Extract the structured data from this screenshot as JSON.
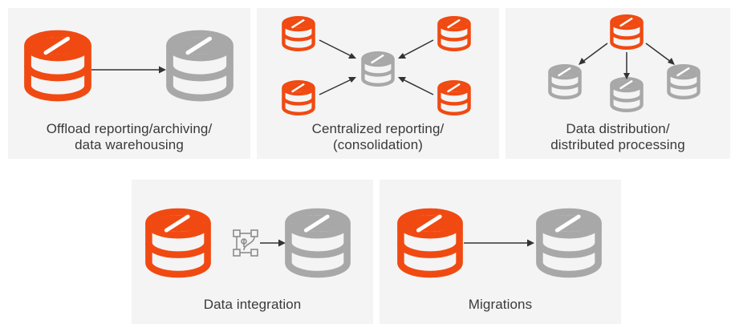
{
  "colors": {
    "source_db": "#f04a12",
    "target_db": "#a8a8a8",
    "arrow": "#333333",
    "integration_icon": "#8c8c8c",
    "panel_bg": "#f4f4f4",
    "caption_text": "#3a3a3a"
  },
  "panels": [
    {
      "caption_lines": [
        "Offload reporting/archiving/",
        "data warehousing"
      ]
    },
    {
      "caption_lines": [
        "Centralized reporting/",
        "(consolidation)"
      ]
    },
    {
      "caption_lines": [
        "Data distribution/",
        "distributed processing"
      ]
    },
    {
      "caption_lines": [
        "Data integration"
      ]
    },
    {
      "caption_lines": [
        "Migrations"
      ]
    }
  ],
  "icons": {
    "source": "database-icon",
    "target": "database-icon",
    "integration": "data-pipeline-icon"
  }
}
